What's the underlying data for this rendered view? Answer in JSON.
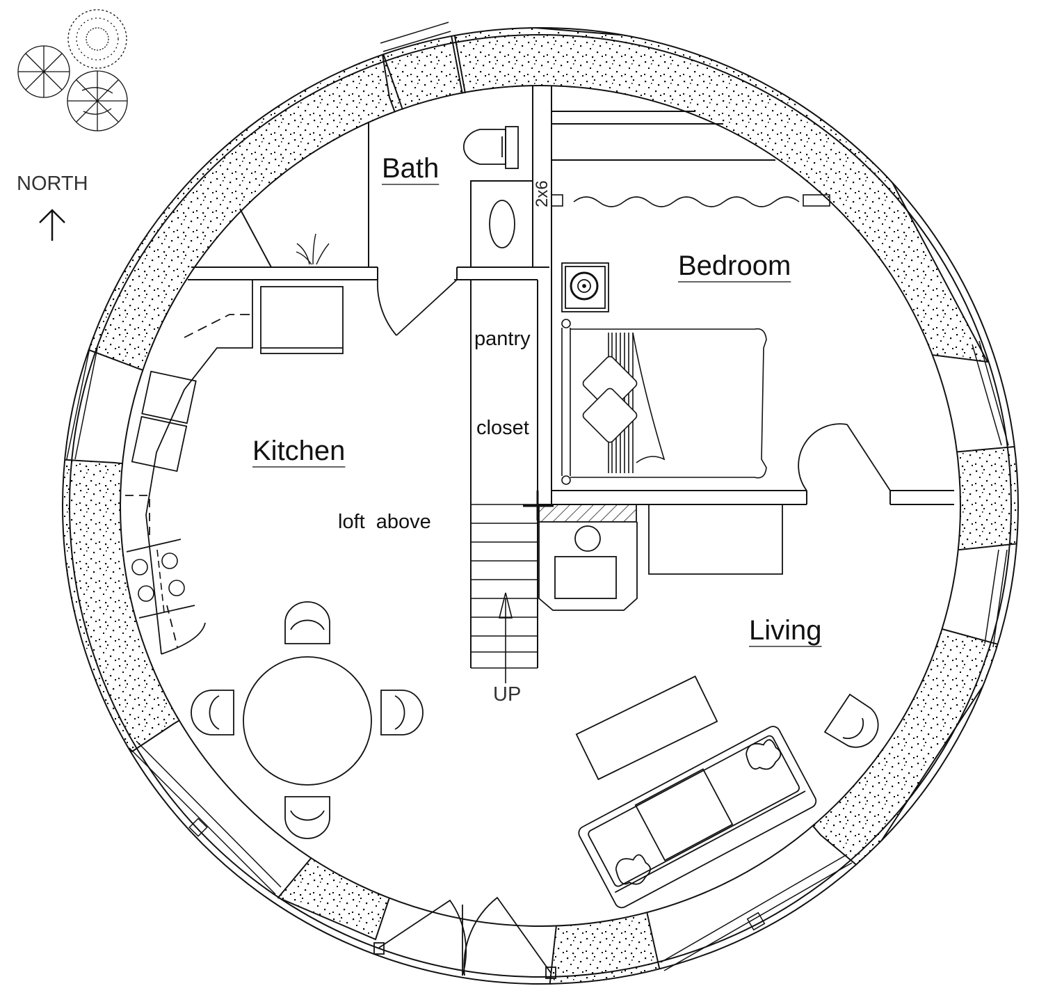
{
  "labels": {
    "bath": "Bath",
    "bedroom": "Bedroom",
    "kitchen": "Kitchen",
    "living": "Living",
    "pantry": "pantry",
    "closet": "closet",
    "loft_above": "loft  above",
    "up": "UP",
    "north": "NORTH",
    "wall_dim": "2x6"
  },
  "icons": [
    "north-arrow-icon",
    "tree-icon",
    "toilet-icon",
    "sink-icon",
    "bed-icon",
    "sofa-icon",
    "chair-icon",
    "stove-icon",
    "wood-stove-icon"
  ],
  "colors": {
    "line": "#111111",
    "background": "#ffffff"
  }
}
